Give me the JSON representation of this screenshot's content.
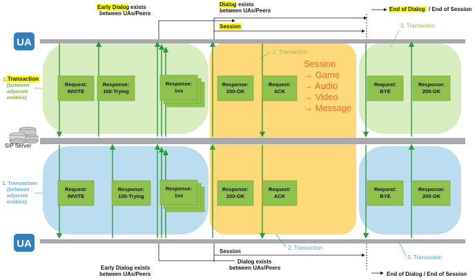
{
  "ua_label": "UA",
  "sip_server_label": "SIP Server",
  "top": {
    "early_dialog": "Early Dialog",
    "early_dialog_suffix": "exists",
    "early_dialog_line2": "between UAs/Peers",
    "dialog": "Dialog",
    "dialog_suffix": "exists",
    "dialog_line2": "between UAs/Peers",
    "session": "Session",
    "end_dialog": "End of Dialog",
    "end_session": "/ End of Session"
  },
  "bottom": {
    "early_dialog_line1": "Early Dialog exists",
    "early_dialog_line2": "between UAs/Peers",
    "dialog_line1": "Dialog exists",
    "dialog_line2": "between UAs/Peers",
    "session": "Session",
    "end": "End of Dialog / End of Session"
  },
  "side_top": {
    "line1": "Transaction",
    "line2": "(between",
    "line3": "adjacent",
    "line4": "entities)",
    "prefix": "1."
  },
  "side_bottom": {
    "line1": "1. Transaction",
    "line2": "(between",
    "line3": "adjacent",
    "line4": "entities)"
  },
  "transactions": {
    "t2_top": "2. Transaction",
    "t3_top": "3. Transaction",
    "t2_bottom": "2. Transaction",
    "t3_bottom": "3. Transaction"
  },
  "session_panel": {
    "title": "Session",
    "items": [
      "→ Game",
      "→ Audio",
      "→ Video",
      "→ Message"
    ]
  },
  "boxes_top": [
    {
      "l1": "Request:",
      "l2": "INVITE"
    },
    {
      "l1": "Response:",
      "l2": "100-Trying"
    },
    {
      "l1": "Response:",
      "l2": "1xx"
    },
    {
      "l1": "Response:",
      "l2": "200-OK"
    },
    {
      "l1": "Request:",
      "l2": "ACK"
    },
    {
      "l1": "Request:",
      "l2": "BYE"
    },
    {
      "l1": "Response:",
      "l2": "200-OK"
    }
  ],
  "boxes_bottom": [
    {
      "l1": "Request:",
      "l2": "INVITE"
    },
    {
      "l1": "Response:",
      "l2": "100-Trying"
    },
    {
      "l1": "Response:",
      "l2": "1xx"
    },
    {
      "l1": "Response:",
      "l2": "200-OK"
    },
    {
      "l1": "Request:",
      "l2": "ACK"
    },
    {
      "l1": "Request:",
      "l2": "BYE"
    },
    {
      "l1": "Response:",
      "l2": "200-OK"
    }
  ],
  "colors": {
    "green_panel": "#d7ecbf",
    "blue_panel": "#bcdcef",
    "yellow_panel": "#fdd97a",
    "box": "#8fc24c",
    "arrow": "#2e9a3a",
    "ua": "#2f7fc1",
    "highlight": "#ffff00"
  }
}
